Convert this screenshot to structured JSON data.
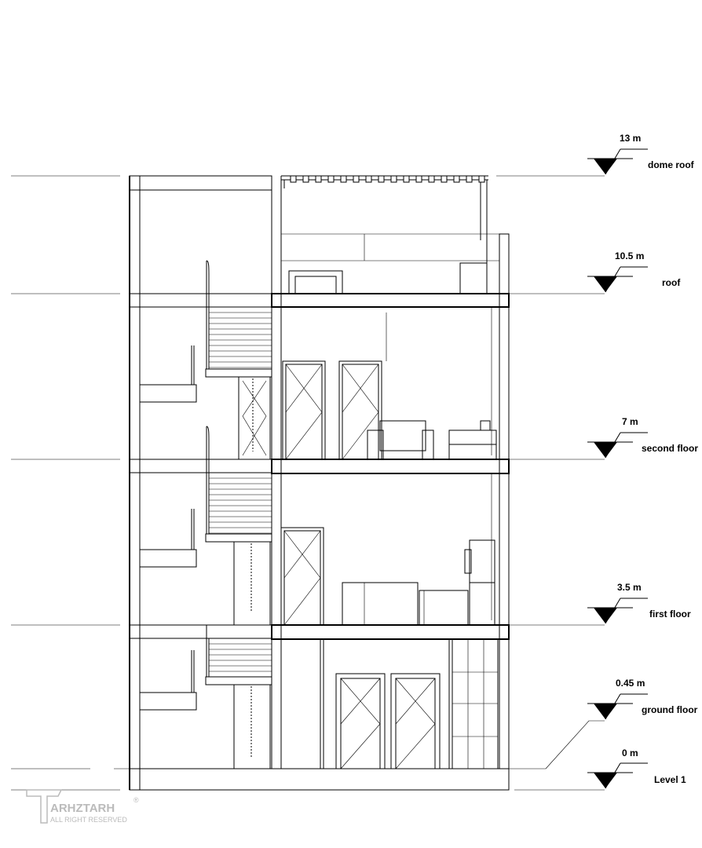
{
  "levels": [
    {
      "elevation": "13 m",
      "name": "dome roof"
    },
    {
      "elevation": "10.5 m",
      "name": "roof"
    },
    {
      "elevation": "7 m",
      "name": "second floor"
    },
    {
      "elevation": "3.5 m",
      "name": "first floor"
    },
    {
      "elevation": "0.45 m",
      "name": "ground floor"
    },
    {
      "elevation": "0 m",
      "name": "Level 1"
    }
  ],
  "watermark": {
    "brand": "ARHZTARH",
    "tagline": "ALL RIGHT RESERVED",
    "mark": "®"
  }
}
